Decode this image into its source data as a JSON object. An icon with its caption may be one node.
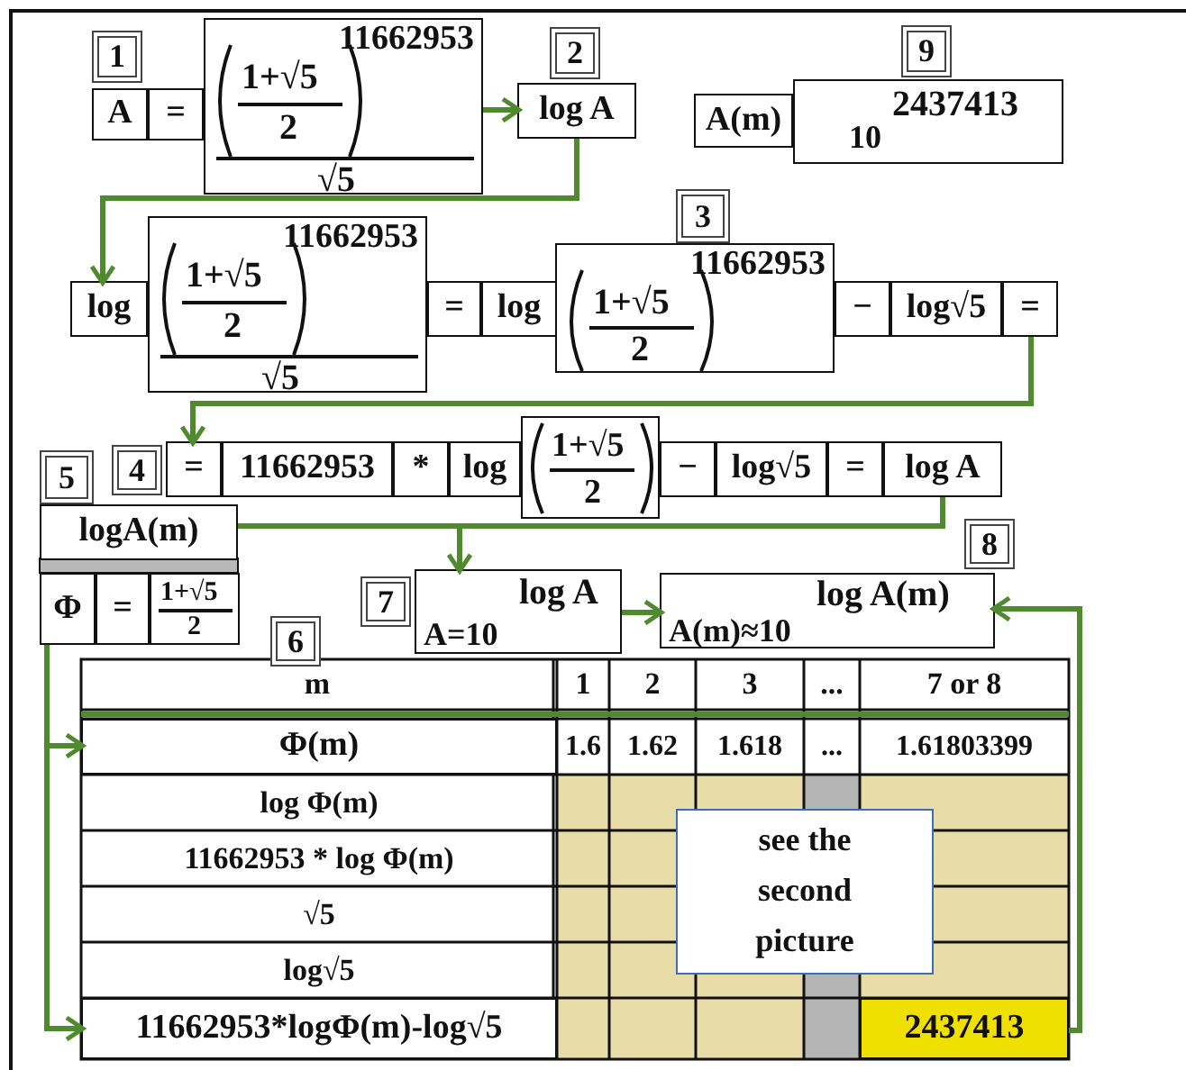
{
  "diagram": {
    "nodes": [
      {
        "text": [
          "A"
        ]
      },
      {
        "text": [
          "="
        ]
      },
      {
        "text": [
          "1+√5",
          "2",
          "11662953",
          "√5"
        ]
      },
      {
        "text": [
          "log A"
        ]
      },
      {
        "text": [
          "A(m)"
        ]
      },
      {
        "text": [
          "10",
          "2437413"
        ]
      },
      {
        "text": [
          "log"
        ]
      },
      {
        "text": [
          "1+√5",
          "2",
          "11662953",
          "√5"
        ]
      },
      {
        "text": [
          "="
        ]
      },
      {
        "text": [
          "log"
        ]
      },
      {
        "text": [
          "1+√5",
          "2",
          "11662953"
        ]
      },
      {
        "text": [
          "−"
        ]
      },
      {
        "text": [
          "log√5"
        ]
      },
      {
        "text": [
          "="
        ]
      },
      {
        "text": [
          "="
        ]
      },
      {
        "text": [
          "11662953"
        ]
      },
      {
        "text": [
          "*"
        ]
      },
      {
        "text": [
          "log"
        ]
      },
      {
        "text": [
          "1+√5",
          "2"
        ]
      },
      {
        "text": [
          "−"
        ]
      },
      {
        "text": [
          "log√5"
        ]
      },
      {
        "text": [
          "="
        ]
      },
      {
        "text": [
          "log A"
        ]
      },
      {
        "text": [
          "logA(m)"
        ]
      },
      {
        "text": [
          "Φ"
        ]
      },
      {
        "text": [
          "="
        ]
      },
      {
        "text": [
          "1+√5",
          "2"
        ]
      },
      {
        "text": [
          "A=10",
          "log A"
        ]
      },
      {
        "text": [
          "A(m)≈10",
          "log A(m)"
        ]
      },
      {
        "text": [
          "Φ(m)"
        ]
      },
      {
        "text": [
          "see the second picture"
        ]
      },
      {
        "text": [
          "11662953*logΦ(m)-log√5"
        ]
      },
      {
        "text": [
          "2437413"
        ]
      }
    ],
    "edges": [
      {
        "from": 2,
        "to": 3,
        "arrow": "to"
      },
      {
        "from": 3,
        "to": 6,
        "arrow": "to"
      },
      {
        "from": 13,
        "to": 14,
        "arrow": "to"
      },
      {
        "from": 22,
        "to": 27,
        "arrow": "to"
      },
      {
        "from": 22,
        "to": 23,
        "arrow": "none"
      },
      {
        "from": 27,
        "to": 28,
        "arrow": "to"
      },
      {
        "from": 32,
        "to": 28,
        "arrow": "to"
      },
      {
        "from": 24,
        "to": 29,
        "arrow": "to"
      },
      {
        "from": 24,
        "to": 31,
        "arrow": "to"
      }
    ],
    "labels": [
      "1",
      "2",
      "9",
      "3",
      "5",
      "4",
      "6",
      "7",
      "8",
      "m",
      "1",
      "2",
      "3",
      "...",
      "7 or 8",
      "1.6",
      "1.62",
      "1.618",
      "...",
      "1.61803399",
      "log Φ(m)",
      "11662953 * log Φ(m)",
      "√5",
      "log√5"
    ]
  }
}
